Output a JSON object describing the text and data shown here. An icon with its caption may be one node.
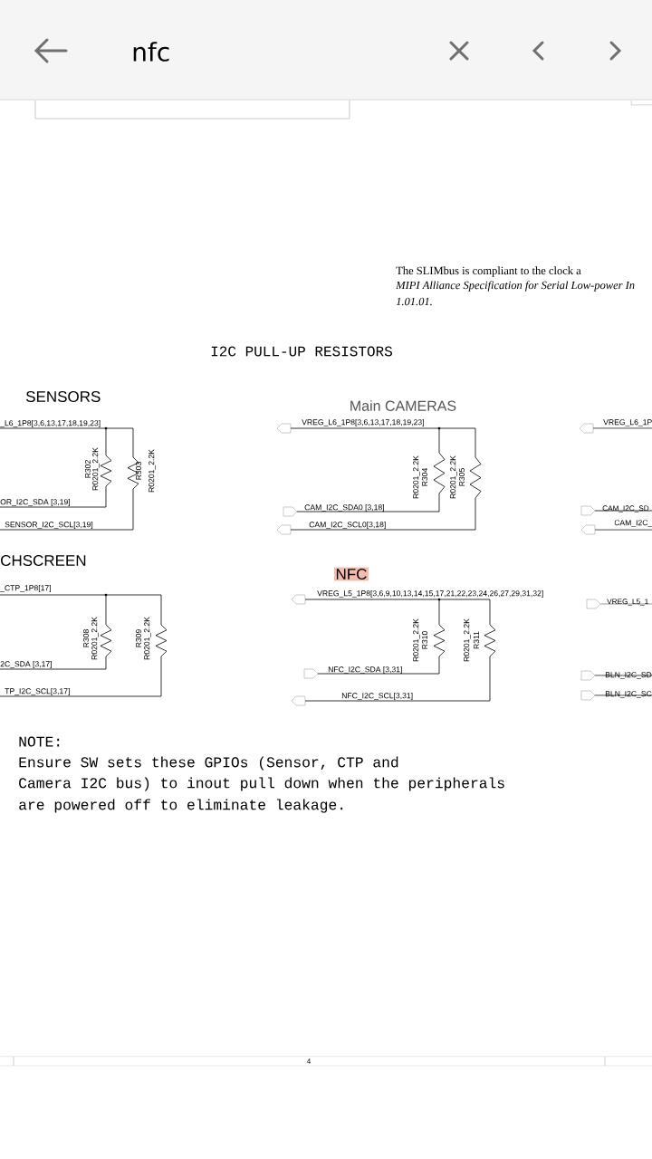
{
  "diagram": {
    "title": "I2C PULL-UP RESISTORS",
    "labels": [
      "nfc",
      "The SLIMbus is compliant to the clock a",
      "*MIPI Alliance Specification for Serial Low-power In*",
      "*1.01.01.*",
      "SENSORS",
      "_L6_1P8[3,6,13,17,18,19,23]",
      "R302",
      "R0201_2.2K",
      "R303",
      "R0201_2.2K",
      "OR_I2C_SDA [3,19]",
      "SENSOR_I2C_SCL[3,19]",
      "Main CAMERAS",
      "VREG_L6_1P8[3,6,13,17,18,19,23]",
      "R0201_2.2K",
      "R304",
      "R0201_2.2K",
      "R305",
      "CAM_I2C_SDA0 [3,18]",
      "CAM_I2C_SCL0[3,18]",
      "VREG_L6_1P",
      "CAM_I2C_SD",
      "CAM_I2C_",
      "CHSCREEN",
      "_CTP_1P8[17]",
      "R308",
      "R0201_2.2K",
      "R309",
      "R0201_2.2K",
      "2C_SDA [3,17]",
      "TP_I2C_SCL[3,17]",
      "NFC",
      "VREG_L5_1P8[3,6,9,10,13,14,15,17,21,22,23,24,26,27,29,31,32]",
      "R0201_2.2K",
      "R310",
      "R0201_2.2K",
      "R311",
      "NFC_I2C_SDA [3,31]",
      "NFC_I2C_SCL[3,31]",
      "VREG_L5_1",
      "BLN_I2C_SD",
      "BLN_I2C_SC",
      "NOTE:",
      "Ensure SW sets these GPIOs (Sensor, CTP and",
      "Camera I2C bus) to inout pull down when the peripherals",
      "are powered off to eliminate leakage.",
      "4"
    ]
  }
}
